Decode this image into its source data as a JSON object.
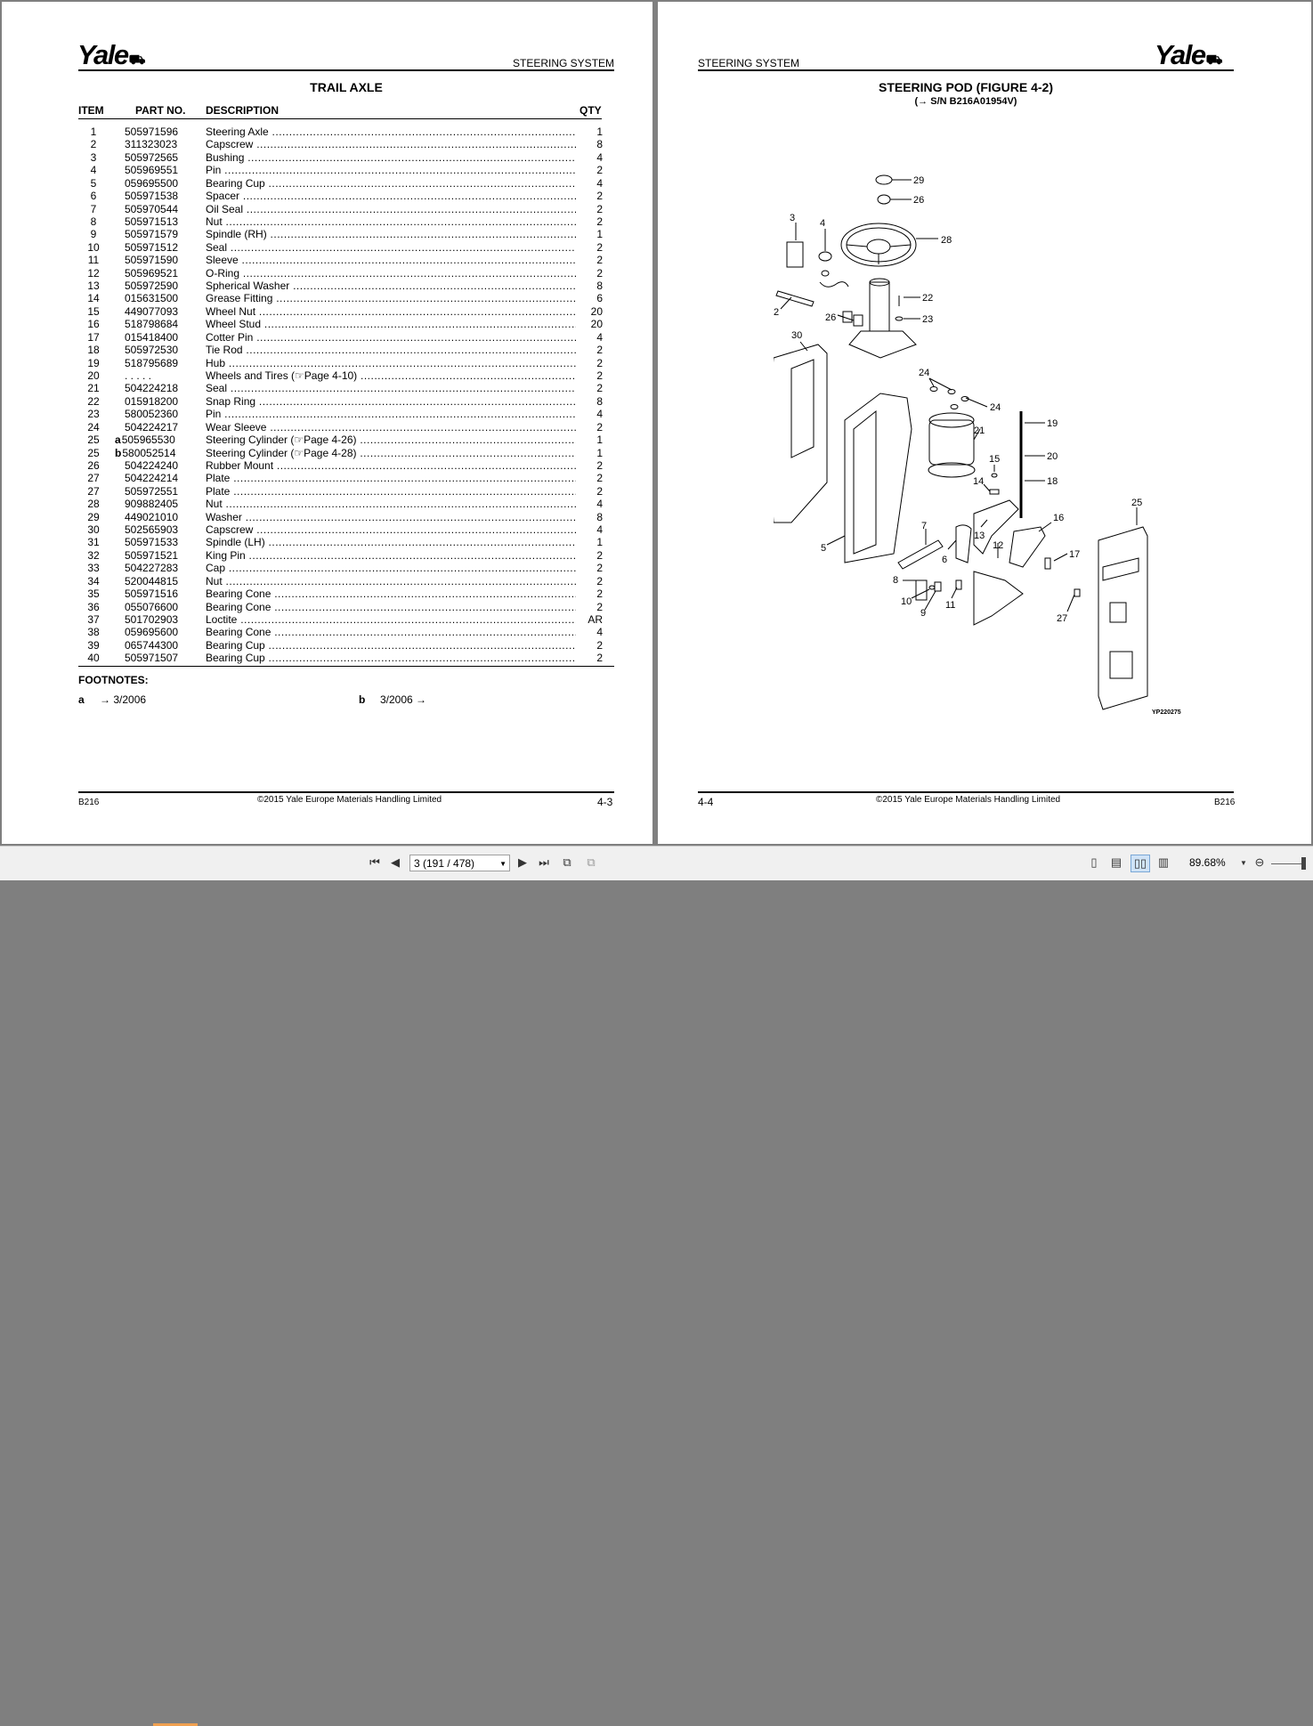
{
  "brand": "Yale",
  "left_page": {
    "section": "STEERING SYSTEM",
    "title": "TRAIL AXLE",
    "columns": {
      "item": "ITEM",
      "part": "PART NO.",
      "desc": "DESCRIPTION",
      "qty": "QTY"
    },
    "rows": [
      {
        "item": "1",
        "prefix": "",
        "part": "505971596",
        "desc": "Steering Axle",
        "qty": "1"
      },
      {
        "item": "2",
        "prefix": "",
        "part": "311323023",
        "desc": "Capscrew",
        "qty": "8"
      },
      {
        "item": "3",
        "prefix": "",
        "part": "505972565",
        "desc": "Bushing",
        "qty": "4"
      },
      {
        "item": "4",
        "prefix": "",
        "part": "505969551",
        "desc": "Pin",
        "qty": "2"
      },
      {
        "item": "5",
        "prefix": "",
        "part": "059695500",
        "desc": "Bearing Cup",
        "qty": "4"
      },
      {
        "item": "6",
        "prefix": "",
        "part": "505971538",
        "desc": "Spacer",
        "qty": "2"
      },
      {
        "item": "7",
        "prefix": "",
        "part": "505970544",
        "desc": "Oil Seal",
        "qty": "2"
      },
      {
        "item": "8",
        "prefix": "",
        "part": "505971513",
        "desc": "Nut",
        "qty": "2"
      },
      {
        "item": "9",
        "prefix": "",
        "part": "505971579",
        "desc": "Spindle (RH)",
        "qty": "1"
      },
      {
        "item": "10",
        "prefix": "",
        "part": "505971512",
        "desc": "Seal",
        "qty": "2"
      },
      {
        "item": "11",
        "prefix": "",
        "part": "505971590",
        "desc": "Sleeve",
        "qty": "2"
      },
      {
        "item": "12",
        "prefix": "",
        "part": "505969521",
        "desc": "O-Ring",
        "qty": "2"
      },
      {
        "item": "13",
        "prefix": "",
        "part": "505972590",
        "desc": "Spherical Washer",
        "qty": "8"
      },
      {
        "item": "14",
        "prefix": "",
        "part": "015631500",
        "desc": "Grease Fitting",
        "qty": "6"
      },
      {
        "item": "15",
        "prefix": "",
        "part": "449077093",
        "desc": "Wheel Nut",
        "qty": "20"
      },
      {
        "item": "16",
        "prefix": "",
        "part": "518798684",
        "desc": "Wheel Stud",
        "qty": "20"
      },
      {
        "item": "17",
        "prefix": "",
        "part": "015418400",
        "desc": "Cotter Pin",
        "qty": "4"
      },
      {
        "item": "18",
        "prefix": "",
        "part": "505972530",
        "desc": "Tie Rod",
        "qty": "2"
      },
      {
        "item": "19",
        "prefix": "",
        "part": "518795689",
        "desc": "Hub",
        "qty": "2"
      },
      {
        "item": "20",
        "prefix": "",
        "part": ". . . . .",
        "desc": "Wheels and Tires  (☞Page 4-10)",
        "qty": "2"
      },
      {
        "item": "21",
        "prefix": "",
        "part": "504224218",
        "desc": "Seal",
        "qty": "2"
      },
      {
        "item": "22",
        "prefix": "",
        "part": "015918200",
        "desc": "Snap Ring",
        "qty": "8"
      },
      {
        "item": "23",
        "prefix": "",
        "part": "580052360",
        "desc": "Pin",
        "qty": "4"
      },
      {
        "item": "24",
        "prefix": "",
        "part": "504224217",
        "desc": "Wear Sleeve",
        "qty": "2"
      },
      {
        "item": "25",
        "prefix": "a",
        "part": "505965530",
        "desc": "Steering Cylinder  (☞Page 4-26)",
        "qty": "1"
      },
      {
        "item": "25",
        "prefix": "b",
        "part": "580052514",
        "desc": "Steering Cylinder  (☞Page 4-28)",
        "qty": "1"
      },
      {
        "item": "26",
        "prefix": "",
        "part": "504224240",
        "desc": "Rubber Mount",
        "qty": "2"
      },
      {
        "item": "27",
        "prefix": "",
        "part": "504224214",
        "desc": "Plate",
        "qty": "2"
      },
      {
        "item": "27",
        "prefix": "",
        "part": "505972551",
        "desc": "Plate",
        "qty": "2"
      },
      {
        "item": "28",
        "prefix": "",
        "part": "909882405",
        "desc": "Nut",
        "qty": "4"
      },
      {
        "item": "29",
        "prefix": "",
        "part": "449021010",
        "desc": "Washer",
        "qty": "8"
      },
      {
        "item": "30",
        "prefix": "",
        "part": "502565903",
        "desc": "Capscrew",
        "qty": "4"
      },
      {
        "item": "31",
        "prefix": "",
        "part": "505971533",
        "desc": "Spindle (LH)",
        "qty": "1"
      },
      {
        "item": "32",
        "prefix": "",
        "part": "505971521",
        "desc": "King Pin",
        "qty": "2"
      },
      {
        "item": "33",
        "prefix": "",
        "part": "504227283",
        "desc": "Cap",
        "qty": "2"
      },
      {
        "item": "34",
        "prefix": "",
        "part": "520044815",
        "desc": "Nut",
        "qty": "2"
      },
      {
        "item": "35",
        "prefix": "",
        "part": "505971516",
        "desc": "Bearing Cone",
        "qty": "2"
      },
      {
        "item": "36",
        "prefix": "",
        "part": "055076600",
        "desc": "Bearing Cone",
        "qty": "2"
      },
      {
        "item": "37",
        "prefix": "",
        "part": "501702903",
        "desc": "Loctite",
        "qty": "AR"
      },
      {
        "item": "38",
        "prefix": "",
        "part": "059695600",
        "desc": "Bearing Cone",
        "qty": "4"
      },
      {
        "item": "39",
        "prefix": "",
        "part": "065744300",
        "desc": "Bearing Cup",
        "qty": "2"
      },
      {
        "item": "40",
        "prefix": "",
        "part": "505971507",
        "desc": "Bearing Cup",
        "qty": "2"
      }
    ],
    "footnotes_title": "FOOTNOTES:",
    "footnote_a_key": "a",
    "footnote_a_text": "→ 3/2006",
    "footnote_b_key": "b",
    "footnote_b_text": "3/2006 →",
    "footer_model": "B216",
    "footer_copyright": "©2015 Yale Europe Materials Handling Limited",
    "footer_page": "4-3"
  },
  "right_page": {
    "section": "STEERING SYSTEM",
    "title": "STEERING POD (FIGURE 4-2)",
    "subtitle": "(→ S/N B216A01954V)",
    "figure_code": "YP220275",
    "callouts": [
      "29",
      "26",
      "3",
      "4",
      "28",
      "22",
      "2",
      "26",
      "23",
      "30",
      "24",
      "24",
      "19",
      "21",
      "15",
      "20",
      "14",
      "18",
      "7",
      "13",
      "16",
      "25",
      "5",
      "12",
      "6",
      "17",
      "8",
      "10",
      "9",
      "11",
      "27"
    ],
    "footer_page": "4-4",
    "footer_copyright": "©2015 Yale Europe Materials Handling Limited",
    "footer_model": "B216"
  },
  "toolbar": {
    "page_indicator": "3 (191 / 478)",
    "zoom": "89.68%"
  }
}
